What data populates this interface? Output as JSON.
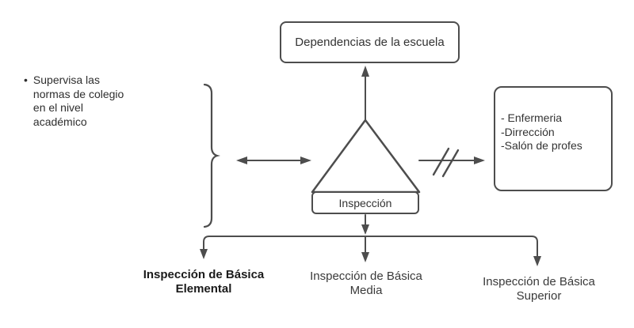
{
  "diagram": {
    "top_box": {
      "label": "Dependencias de la escuela"
    },
    "note": {
      "bullet": "•",
      "lines": [
        "Supervisa las",
        "normas de colegio",
        "en el nivel",
        "académico"
      ]
    },
    "center": {
      "label": "Inspección"
    },
    "side_box": {
      "items": [
        "- Enfermeria",
        "-Dirrección",
        "-Salón de profes"
      ]
    },
    "bottom_labels": [
      {
        "lines": [
          "Inspección de Básica",
          "Elemental"
        ]
      },
      {
        "lines": [
          "Inspección de Básica",
          "Media"
        ]
      },
      {
        "lines": [
          "Inspección de Básica",
          "Superior"
        ]
      }
    ],
    "colors": {
      "stroke": "#4d4d4d",
      "text": "#333333",
      "emphasis_text": "#1a1a1a",
      "background": "#ffffff"
    }
  }
}
